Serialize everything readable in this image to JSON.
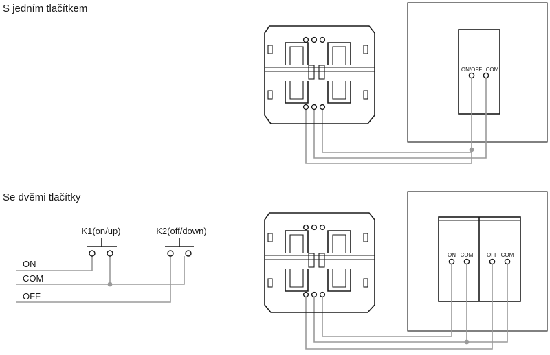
{
  "headings": {
    "single": "S jedním tlačítkem",
    "double": "Se dvěmi tlačítky"
  },
  "diagram1": {
    "terminals": [
      "ON/OFF",
      "COM"
    ]
  },
  "diagram2": {
    "terminals": [
      "ON",
      "COM",
      "OFF",
      "COM"
    ],
    "schematic": {
      "buttons": [
        "K1(on/up)",
        "K2(off/down)"
      ],
      "lines": [
        "ON",
        "COM",
        "OFF"
      ]
    }
  },
  "colors": {
    "wire": "#9a9a9a",
    "outline": "#1a1a1a"
  }
}
